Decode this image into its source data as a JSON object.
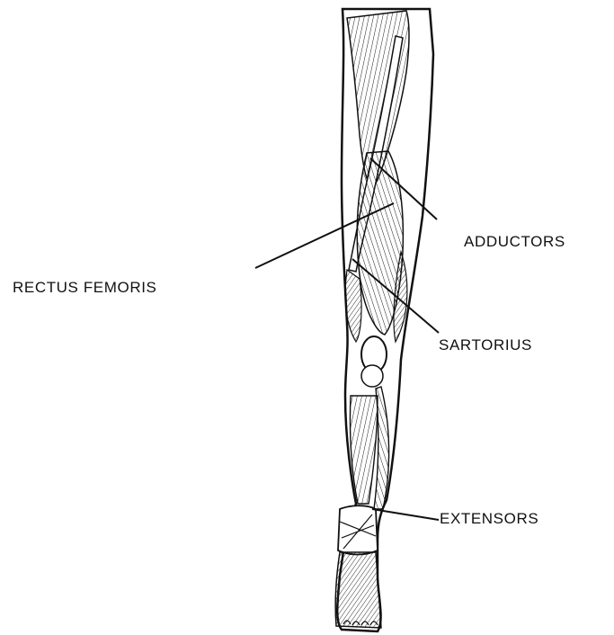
{
  "labels": {
    "adductors": "ADDUCTORS",
    "rectus_femoris": "RECTUS FEMORIS",
    "sartorius": "SARTORIUS",
    "extensors": "EXTENSORS"
  },
  "colors": {
    "ink": "#111111",
    "background": "#ffffff"
  }
}
